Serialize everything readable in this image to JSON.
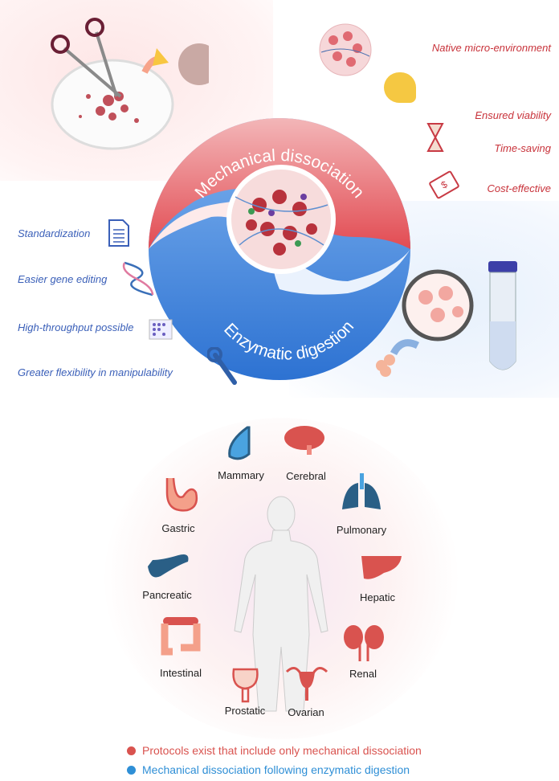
{
  "ring": {
    "top_label": "Mechanical dissociation",
    "bottom_label": "Enzymatic digestion"
  },
  "mechanical_advantages": [
    {
      "label": "Native micro-environment",
      "icon": "tissue-icon"
    },
    {
      "label": "Ensured viability",
      "icon": "flexed-arm-icon"
    },
    {
      "label": "Time-saving",
      "icon": "hourglass-icon"
    },
    {
      "label": "Cost-effective",
      "icon": "money-icon"
    }
  ],
  "enzymatic_advantages": [
    {
      "label": "Standardization",
      "icon": "document-icon"
    },
    {
      "label": "Easier gene editing",
      "icon": "dna-icon"
    },
    {
      "label": "High-throughput possible",
      "icon": "well-plate-icon"
    },
    {
      "label": "Greater flexibility in manipulability",
      "icon": "wrench-icon"
    }
  ],
  "organs": [
    {
      "label": "Mammary",
      "category": "enzymatic"
    },
    {
      "label": "Cerebral",
      "category": "mechanical"
    },
    {
      "label": "Gastric",
      "category": "mechanical"
    },
    {
      "label": "Pulmonary",
      "category": "enzymatic"
    },
    {
      "label": "Pancreatic",
      "category": "enzymatic"
    },
    {
      "label": "Hepatic",
      "category": "mechanical"
    },
    {
      "label": "Intestinal",
      "category": "mechanical"
    },
    {
      "label": "Renal",
      "category": "mechanical"
    },
    {
      "label": "Prostatic",
      "category": "mechanical"
    },
    {
      "label": "Ovarian",
      "category": "mechanical"
    }
  ],
  "legend": [
    {
      "label": "Protocols exist that include only mechanical dissociation",
      "color": "#d9534f"
    },
    {
      "label": "Mechanical dissociation following enzymatic digestion",
      "color": "#2f8fd6"
    }
  ],
  "colors": {
    "mechanical": "#d9484f",
    "enzymatic": "#2f7fd6",
    "organ_red": "#d9534f",
    "organ_blue": "#2a5f86"
  }
}
